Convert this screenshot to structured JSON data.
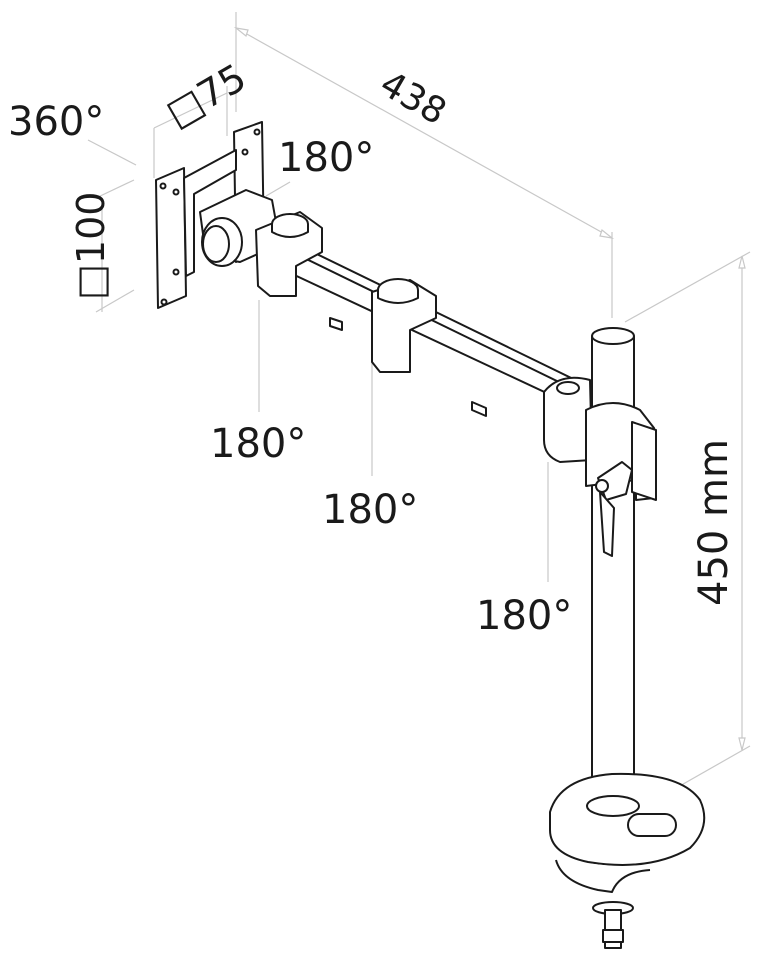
{
  "diagram": {
    "subject": "Single monitor desk mount arm with pole and desk clamp",
    "line_color": "#1a1a1a",
    "dimension_line_color": "#c8c8c8",
    "background": "#ffffff"
  },
  "labels": {
    "rotation_vesa": "360°",
    "vesa_small": "□75",
    "vesa_large": "□100",
    "arm_length": "438",
    "tilt_head": "180°",
    "rotation_joint_1": "180°",
    "rotation_joint_2": "180°",
    "rotation_joint_3": "180°",
    "pole_height": "450 mm"
  },
  "components": [
    {
      "name": "VESA plate",
      "vesa": [
        "75",
        "100"
      ]
    },
    {
      "name": "Tilt head"
    },
    {
      "name": "Arm segment 1"
    },
    {
      "name": "Middle joint"
    },
    {
      "name": "Arm segment 2"
    },
    {
      "name": "Pole collar with clamp lever"
    },
    {
      "name": "Pole"
    },
    {
      "name": "Desk clamp base with cable slot"
    },
    {
      "name": "Clamp screw"
    }
  ]
}
